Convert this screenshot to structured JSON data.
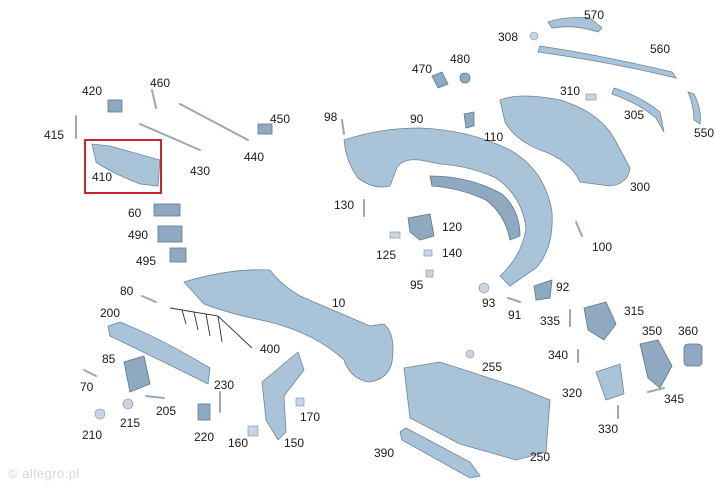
{
  "diagram": {
    "labels": [
      {
        "id": "570",
        "text": "570"
      },
      {
        "id": "308",
        "text": "308"
      },
      {
        "id": "560",
        "text": "560"
      },
      {
        "id": "480",
        "text": "480"
      },
      {
        "id": "470",
        "text": "470"
      },
      {
        "id": "310",
        "text": "310"
      },
      {
        "id": "305",
        "text": "305"
      },
      {
        "id": "550",
        "text": "550"
      },
      {
        "id": "460",
        "text": "460"
      },
      {
        "id": "420",
        "text": "420"
      },
      {
        "id": "450",
        "text": "450"
      },
      {
        "id": "415",
        "text": "415"
      },
      {
        "id": "98",
        "text": "98"
      },
      {
        "id": "90",
        "text": "90"
      },
      {
        "id": "110",
        "text": "110"
      },
      {
        "id": "440",
        "text": "440"
      },
      {
        "id": "410",
        "text": "410"
      },
      {
        "id": "430",
        "text": "430"
      },
      {
        "id": "300",
        "text": "300"
      },
      {
        "id": "60",
        "text": "60"
      },
      {
        "id": "130",
        "text": "130"
      },
      {
        "id": "120",
        "text": "120"
      },
      {
        "id": "490",
        "text": "490"
      },
      {
        "id": "100",
        "text": "100"
      },
      {
        "id": "125",
        "text": "125"
      },
      {
        "id": "140",
        "text": "140"
      },
      {
        "id": "495",
        "text": "495"
      },
      {
        "id": "95",
        "text": "95"
      },
      {
        "id": "80",
        "text": "80"
      },
      {
        "id": "92",
        "text": "92"
      },
      {
        "id": "10",
        "text": "10"
      },
      {
        "id": "93",
        "text": "93"
      },
      {
        "id": "200",
        "text": "200"
      },
      {
        "id": "91",
        "text": "91"
      },
      {
        "id": "315",
        "text": "315"
      },
      {
        "id": "335",
        "text": "335"
      },
      {
        "id": "350",
        "text": "350"
      },
      {
        "id": "360",
        "text": "360"
      },
      {
        "id": "400",
        "text": "400"
      },
      {
        "id": "85",
        "text": "85"
      },
      {
        "id": "340",
        "text": "340"
      },
      {
        "id": "255",
        "text": "255"
      },
      {
        "id": "70",
        "text": "70"
      },
      {
        "id": "230",
        "text": "230"
      },
      {
        "id": "320",
        "text": "320"
      },
      {
        "id": "345",
        "text": "345"
      },
      {
        "id": "205",
        "text": "205"
      },
      {
        "id": "215",
        "text": "215"
      },
      {
        "id": "170",
        "text": "170"
      },
      {
        "id": "210",
        "text": "210"
      },
      {
        "id": "220",
        "text": "220"
      },
      {
        "id": "330",
        "text": "330"
      },
      {
        "id": "160",
        "text": "160"
      },
      {
        "id": "150",
        "text": "150"
      },
      {
        "id": "390",
        "text": "390"
      },
      {
        "id": "250",
        "text": "250"
      }
    ],
    "highlighted_part": "410",
    "watermark": "© allegro.pl"
  },
  "colors": {
    "part_fill": "#a9c3d8",
    "part_stroke": "#6e8597",
    "highlight_box": "#c8262b",
    "label_text": "#1a1a1a"
  }
}
